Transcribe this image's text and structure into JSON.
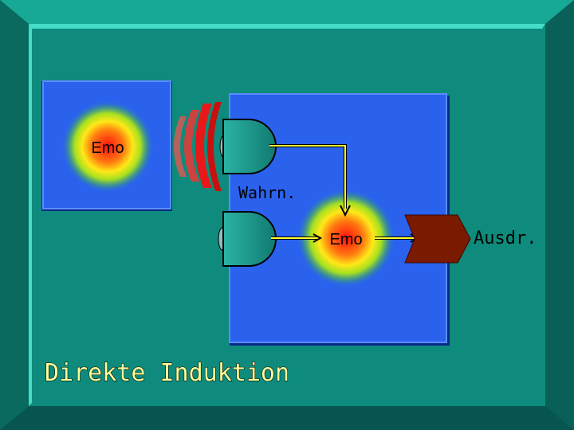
{
  "labels": {
    "emo_source": "Emo",
    "perception": "Wahrn.",
    "emo_target": "Emo",
    "expression": "Ausdr.",
    "title": "Direkte Induktion"
  },
  "colors": {
    "background": "#0c7469",
    "panel": "#0e8b7c",
    "blue_box": "#2a62ee",
    "receptor": "#2bb3a4",
    "arrow": "#ffff33",
    "expression_shape": "#7a1a00",
    "title": "#ffff99"
  }
}
